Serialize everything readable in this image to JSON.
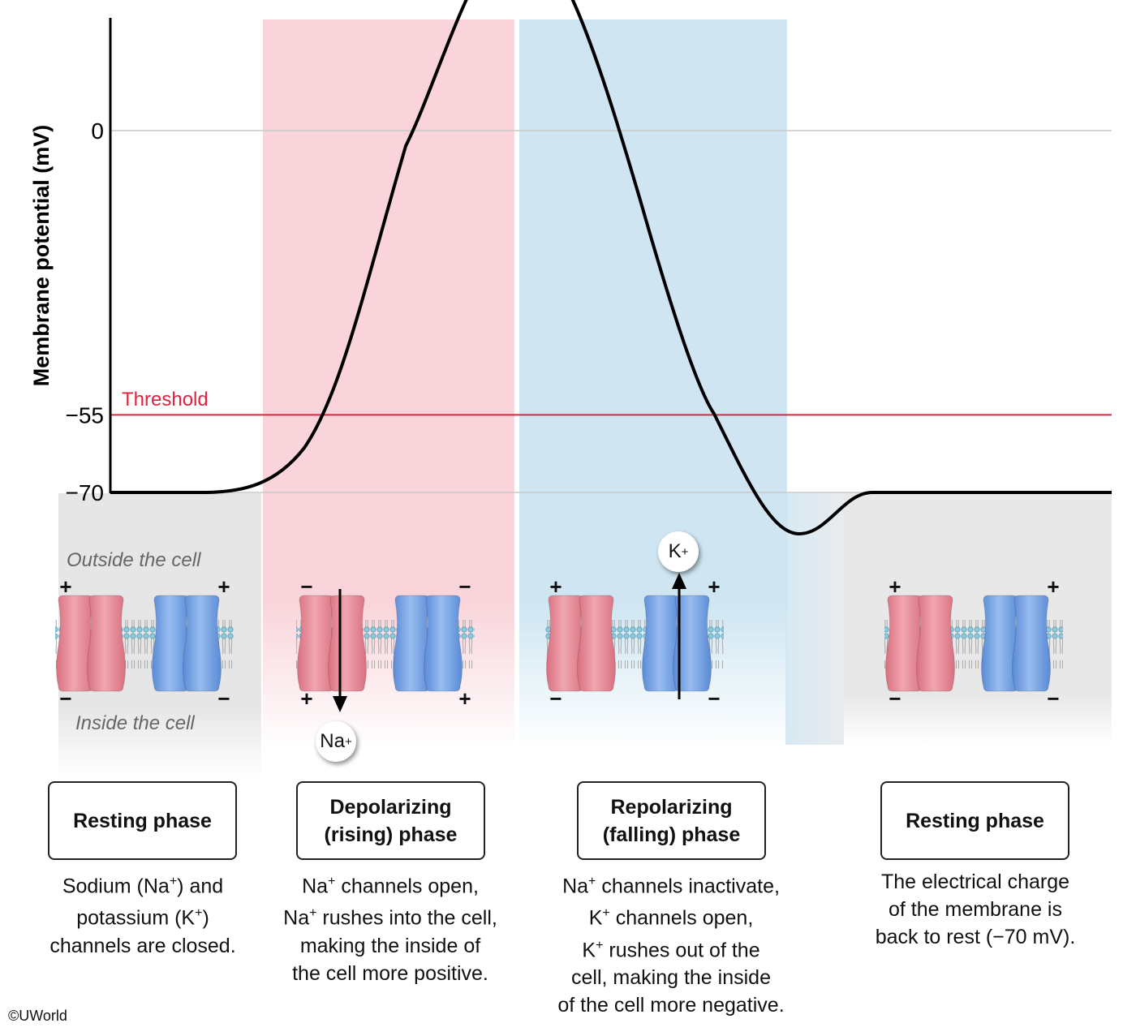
{
  "chart": {
    "ylabel": "Membrane potential (mV)",
    "yticks": [
      {
        "value": 0,
        "label": "0"
      },
      {
        "value": -55,
        "label": "−55"
      },
      {
        "value": -70,
        "label": "−70"
      }
    ],
    "threshold": {
      "value": -55,
      "label": "Threshold",
      "color": "#e0223f"
    },
    "curve_peak_mV": 38,
    "undershoot_mV": -78
  },
  "membrane": {
    "outside_label": "Outside the cell",
    "inside_label": "Inside the cell"
  },
  "ions": {
    "na": {
      "base": "Na",
      "sup": "+"
    },
    "k": {
      "base": "K",
      "sup": "+"
    }
  },
  "charges": {
    "plus": "+",
    "minus": "−"
  },
  "colors": {
    "depolarizing_band": "#f9d5db",
    "repolarizing_band": "#cfe6f2",
    "resting_band": "#e8e8e8",
    "na_channel": "#e58a98",
    "k_channel": "#6e9ee0",
    "threshold": "#e0223f"
  },
  "phases": [
    {
      "title_lines": [
        "Resting phase"
      ],
      "description": "Sodium (Na<sup>+</sup>) and<br>potassium (K<sup>+</sup>)<br>channels are closed."
    },
    {
      "title_lines": [
        "Depolarizing",
        "(rising) phase"
      ],
      "description": "Na<sup>+</sup> channels open,<br>Na<sup>+</sup> rushes into the cell,<br>making the inside of<br>the cell more positive."
    },
    {
      "title_lines": [
        "Repolarizing",
        "(falling) phase"
      ],
      "description": "Na<sup>+</sup> channels inactivate,<br>K<sup>+</sup> channels open,<br>K<sup>+</sup> rushes out of the<br>cell, making the inside<br>of the cell more negative."
    },
    {
      "title_lines": [
        "Resting phase"
      ],
      "description": "The electrical charge<br>of the membrane is<br>back to rest (−70 mV)."
    }
  ],
  "credit": "©UWorld"
}
